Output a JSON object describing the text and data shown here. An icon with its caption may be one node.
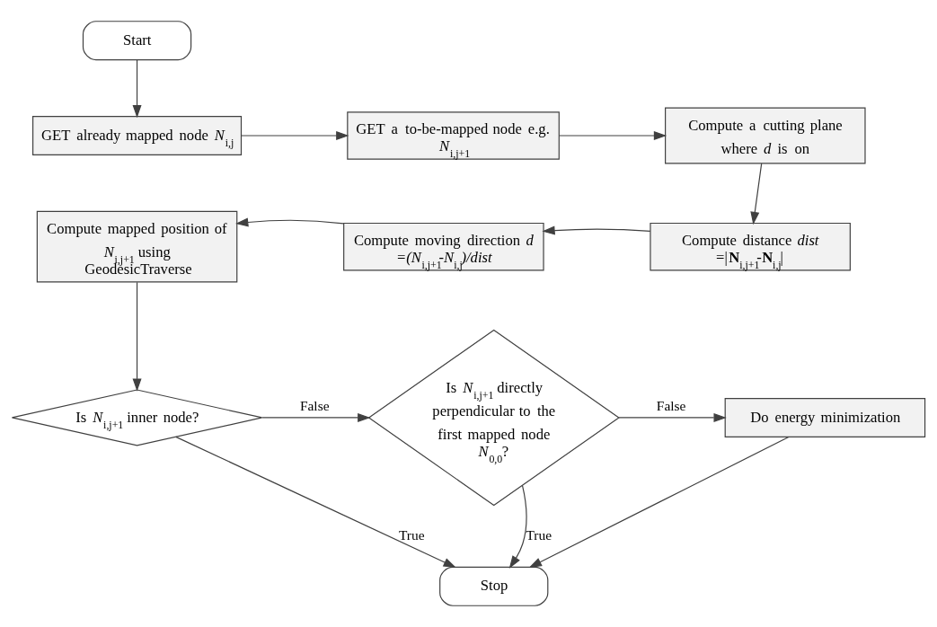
{
  "diagram": {
    "nodes": [
      {
        "text": [
          "Start"
        ]
      },
      {
        "text": [
          "GET already mapped node *N*$_{i,j}$"
        ]
      },
      {
        "text": [
          "GET a to-be-mapped node e.g. *N*$_{i,j+1}$"
        ]
      },
      {
        "text": [
          "Compute a cutting plane where *d* is on"
        ]
      },
      {
        "text": [
          "Compute distance *dist* =|**N**$_{i,j+1}$-**N**$_{i,j}$|"
        ]
      },
      {
        "text": [
          "Compute moving direction *d =(N*$_{i,j+1}$*-N*$_{i,j}$*)/dist*"
        ]
      },
      {
        "text": [
          "Compute mapped position of *N*$_{i,j+1}$ using GeodesicTraverse"
        ]
      },
      {
        "text": [
          "Is *N*$_{i,j+1}$ inner node?"
        ]
      },
      {
        "text": [
          "Is *N*$_{i,j+1}$ directly perpendicular to the first mapped node *N*$_{0,0}$?"
        ]
      },
      {
        "text": [
          "Do energy minimization"
        ]
      },
      {
        "text": [
          "Stop"
        ]
      }
    ],
    "edges": [
      {
        "from": 0,
        "to": 1,
        "arrow": "to"
      },
      {
        "from": 1,
        "to": 2,
        "arrow": "to"
      },
      {
        "from": 2,
        "to": 3,
        "arrow": "to"
      },
      {
        "from": 3,
        "to": 4,
        "arrow": "to"
      },
      {
        "from": 4,
        "to": 5,
        "arrow": "to"
      },
      {
        "from": 5,
        "to": 6,
        "arrow": "to"
      },
      {
        "from": 6,
        "to": 7,
        "arrow": "to"
      },
      {
        "from": 7,
        "to": 8,
        "arrow": "to",
        "label": "False"
      },
      {
        "from": 8,
        "to": 9,
        "arrow": "to",
        "label": "False"
      },
      {
        "from": 7,
        "to": 10,
        "arrow": "to",
        "label": "True"
      },
      {
        "from": 8,
        "to": 10,
        "arrow": "to",
        "label": "True"
      },
      {
        "from": 9,
        "to": 10,
        "arrow": "to"
      }
    ]
  }
}
